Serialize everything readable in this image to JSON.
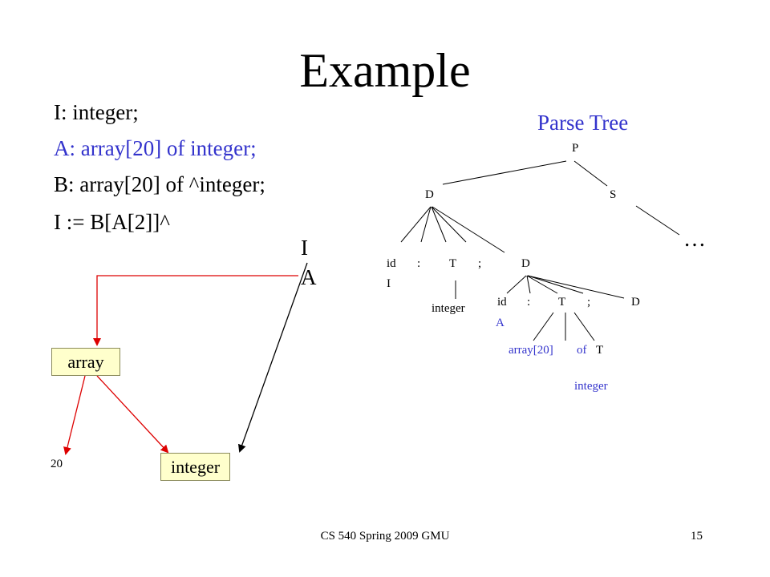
{
  "slide": {
    "title": "Example",
    "code_lines": [
      "I: integer;",
      "A: array[20] of integer;",
      "B: array[20] of ^integer;",
      "I := B[A[2]]^"
    ],
    "highlight_color": "#3333cc"
  },
  "symbol_table": {
    "entry1": "I",
    "entry2": "A"
  },
  "type_graph": {
    "array_label": "array",
    "integer_label": "integer",
    "size_label": "20",
    "box_fill": "#ffffcc",
    "edge_color": "#dd0000"
  },
  "parse_tree": {
    "title": "Parse Tree",
    "root": "P",
    "decl1": "D",
    "stmt": "S",
    "ellipsis": "…",
    "level2": {
      "id": "id",
      "colon": ":",
      "type": "T",
      "semi": ";",
      "decl": "D",
      "name": "I",
      "type_value": "integer"
    },
    "level3": {
      "id": "id",
      "colon": ":",
      "type": "T",
      "semi": ";",
      "decl": "D",
      "name": "A",
      "type_value": "array[20]",
      "of": "of",
      "inner_type": "T",
      "inner_value": "integer"
    }
  },
  "footer": {
    "course": "CS 540 Spring 2009 GMU",
    "page": "15"
  }
}
